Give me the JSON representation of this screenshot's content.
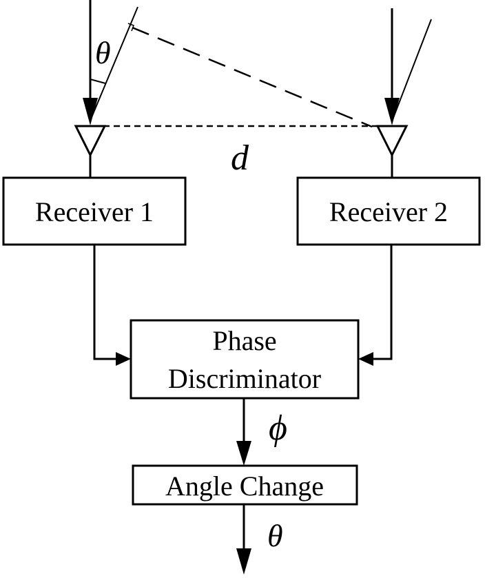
{
  "symbols": {
    "theta_top": "θ",
    "distance": "d",
    "phase": "ϕ",
    "theta_out": "θ"
  },
  "blocks": {
    "receiver1": "Receiver 1",
    "receiver2": "Receiver 2",
    "phase_discriminator_line1": "Phase",
    "phase_discriminator_line2": "Discriminator",
    "angle_change": "Angle Change"
  },
  "colors": {
    "stroke": "#000000",
    "background": "#ffffff"
  }
}
